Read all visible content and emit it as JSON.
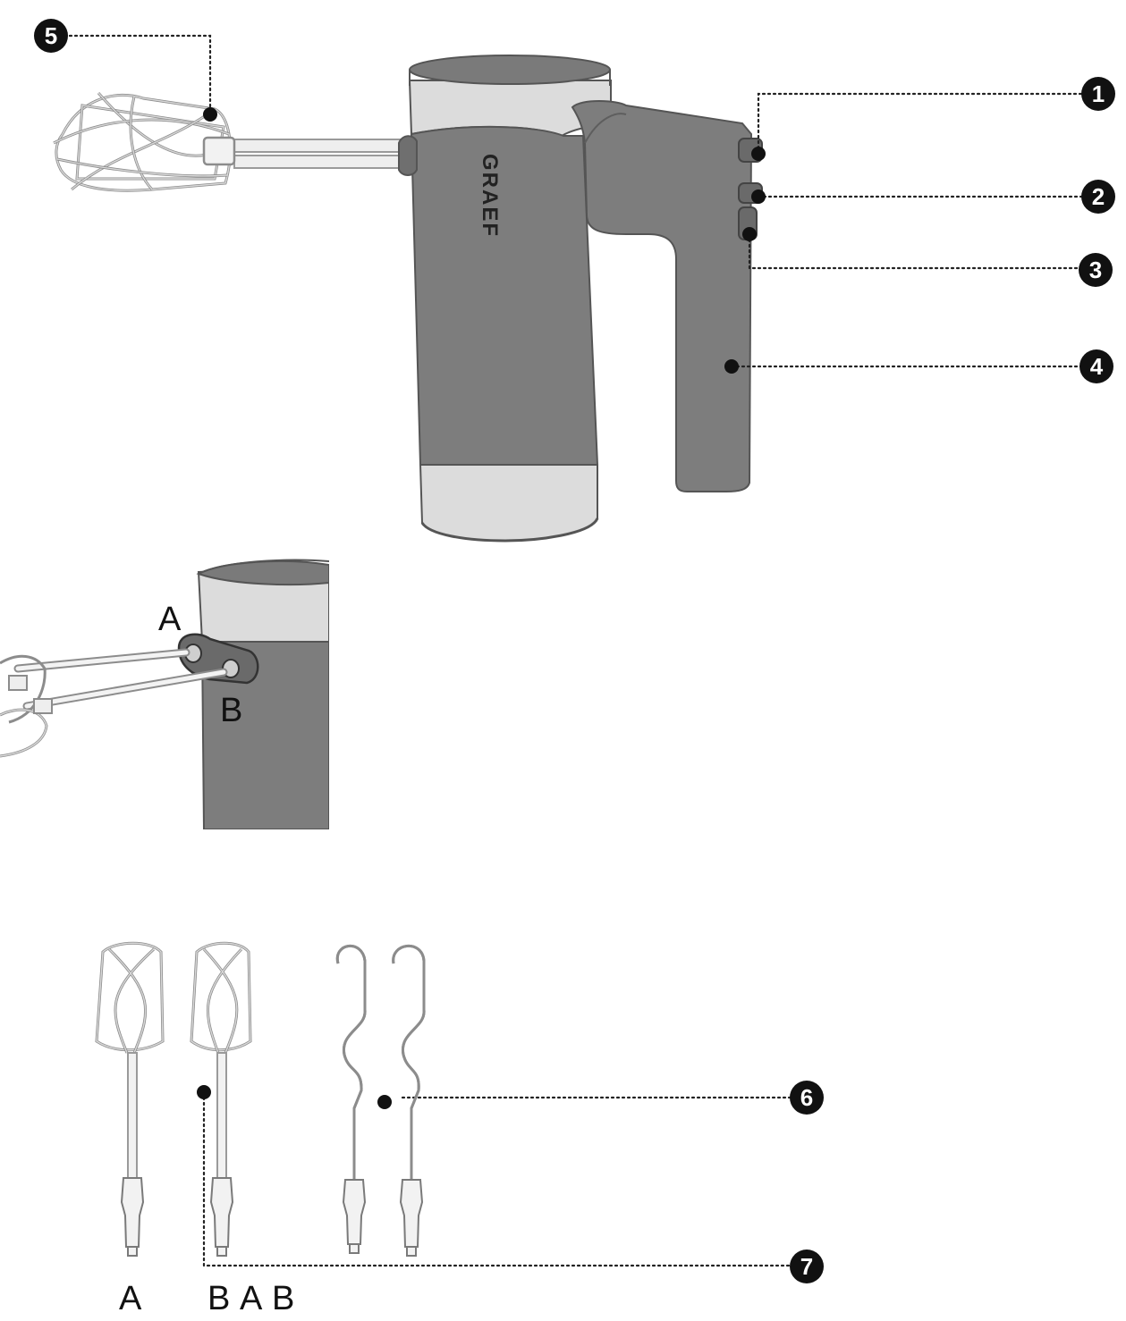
{
  "brand_label": "GRAEF",
  "callouts": [
    {
      "number": "1"
    },
    {
      "number": "2"
    },
    {
      "number": "3"
    },
    {
      "number": "4"
    },
    {
      "number": "5"
    },
    {
      "number": "6"
    },
    {
      "number": "7"
    }
  ],
  "detail_labels": {
    "a": "A",
    "b": "B"
  },
  "bottom_labels": [
    "A",
    "B",
    "A",
    "B"
  ],
  "colors": {
    "body_gray": "#7d7d7d",
    "body_dark": "#6d6d6d",
    "band_light": "#dcdcdc",
    "cap_top": "#7a7a7a",
    "badge": "#111111"
  }
}
